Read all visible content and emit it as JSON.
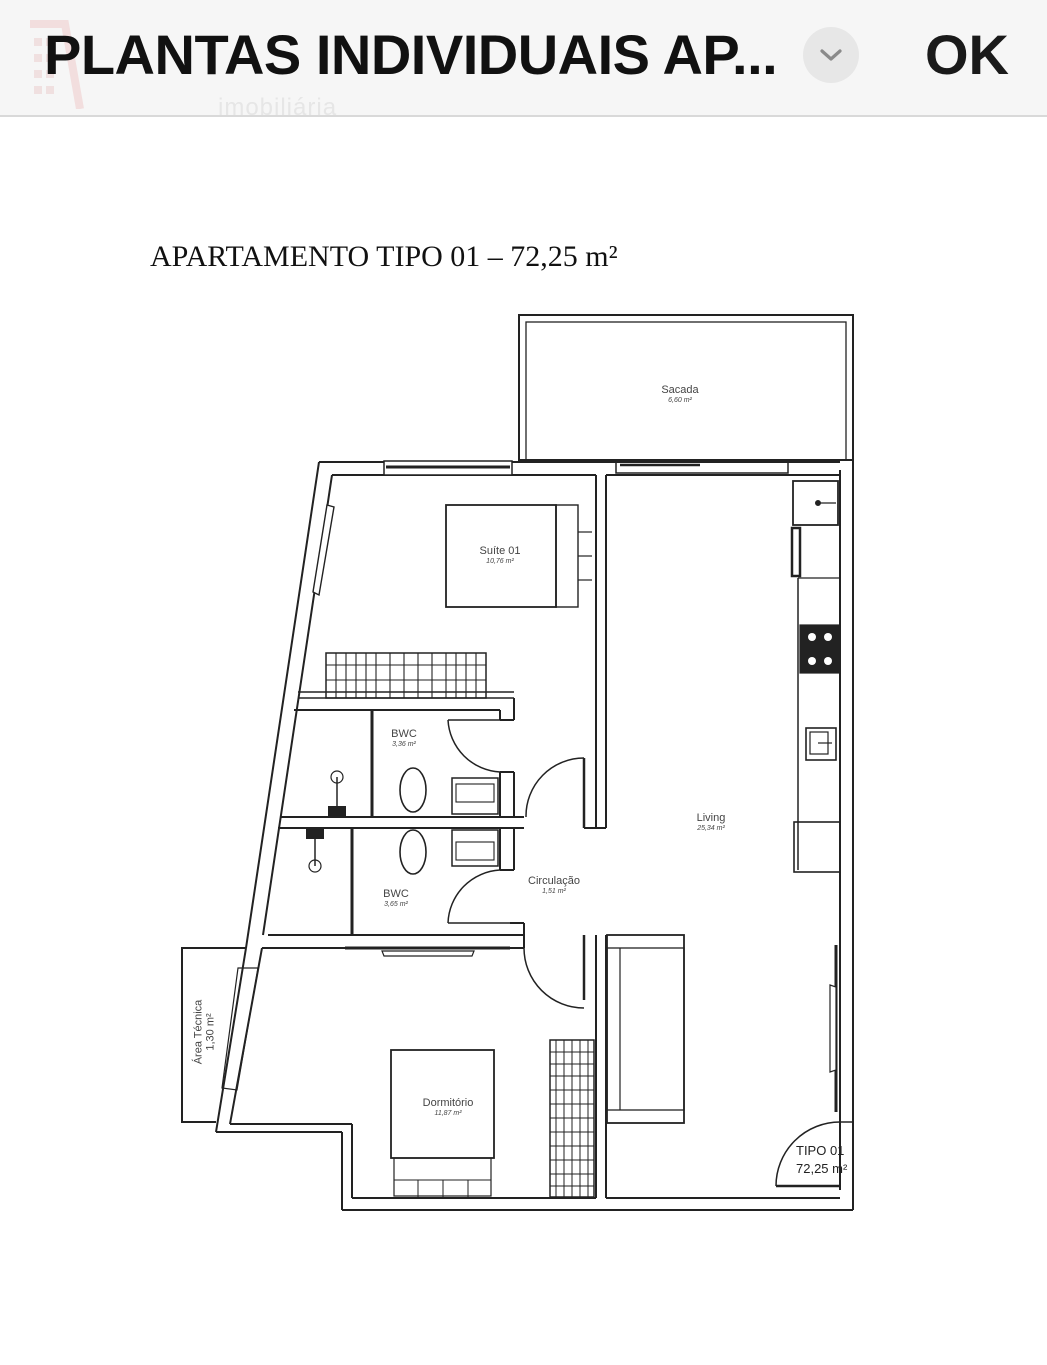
{
  "header": {
    "title": "PLANTAS INDIVIDUAIS AP...",
    "dropdown_icon": "chevron-down-icon",
    "ok_label": "OK",
    "watermark_text": "imobiliária"
  },
  "document": {
    "title": "APARTAMENTO TIPO 01 – 72,25 m²",
    "rooms": [
      {
        "name": "Sacada",
        "area": "6,60 m²"
      },
      {
        "name": "Suíte 01",
        "area": "10,76 m²"
      },
      {
        "name": "BWC",
        "area": "3,36 m²"
      },
      {
        "name": "BWC",
        "area": "3,65 m²"
      },
      {
        "name": "Circulação",
        "area": "1,51 m²"
      },
      {
        "name": "Living",
        "area": "25,34 m²"
      },
      {
        "name": "Dormitório",
        "area": "11,87 m²"
      },
      {
        "name": "Área Técnica",
        "area": "1,30 m²"
      }
    ],
    "stamp": {
      "line1": "TIPO 01",
      "line2": "72,25 m²"
    }
  },
  "colors": {
    "header_bg": "#f6f6f6",
    "header_border": "#d9d9d9",
    "chevron_bg": "#e7e7e7",
    "line": "#222222"
  }
}
